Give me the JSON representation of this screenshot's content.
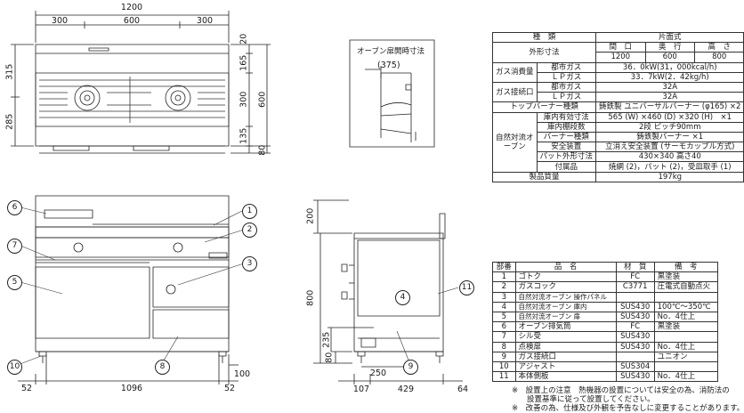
{
  "top_view": {
    "overall_width": "1200",
    "segment_left": "300",
    "segment_mid": "600",
    "segment_right": "300",
    "depth_left_upper": "315",
    "depth_left_lower": "285",
    "right_20": "20",
    "right_165": "165",
    "right_300": "300",
    "right_135": "135",
    "right_600": "600",
    "right_80": "80"
  },
  "oven_door_view": {
    "title": "オーブン扉開時寸法",
    "dim": "(375)"
  },
  "front_view": {
    "left_52": "52",
    "width_1096": "1096",
    "right_52": "52",
    "right_100": "100"
  },
  "side_view": {
    "height_200": "200",
    "height_800": "800",
    "height_235": "235",
    "height_80": "80",
    "width_250": "250",
    "bottom_107": "107",
    "bottom_429": "429",
    "bottom_64": "64"
  },
  "balloons": [
    "1",
    "2",
    "3",
    "4",
    "5",
    "6",
    "7",
    "8",
    "9",
    "10",
    "11"
  ],
  "spec_table": {
    "rows": [
      [
        "種　類",
        "",
        "片面式",
        "",
        ""
      ],
      [
        "外形寸法",
        "",
        "間　口",
        "奥　行",
        "高　さ"
      ],
      [
        "",
        "",
        "1200",
        "600",
        "800"
      ],
      [
        "ガス消費量",
        "都市ガス",
        "36．0kW(31，000kcal/h)",
        "",
        ""
      ],
      [
        "",
        "ＬＰガス",
        "33．7kW(2．42kg/h)",
        "",
        ""
      ],
      [
        "ガス接続口",
        "都市ガス",
        "32A",
        "",
        ""
      ],
      [
        "",
        "ＬＰガス",
        "32A",
        "",
        ""
      ],
      [
        "トップバーナー種類",
        "",
        "鋳鉄製 ユニバーサルバーナー (φ165) ×2",
        "",
        ""
      ],
      [
        "自然対流オーブン",
        "庫内有効寸法",
        "565 (W) ×460 (D) ×320 (H)　×1",
        "",
        ""
      ],
      [
        "",
        "庫内棚段数",
        "2段 ピッチ90mm",
        "",
        ""
      ],
      [
        "",
        "バーナー種類",
        "鋳鉄製バーナー ×1",
        "",
        ""
      ],
      [
        "",
        "安全装置",
        "立消え安全装置 (サーモカップル方式)",
        "",
        ""
      ],
      [
        "",
        "パット外形寸法",
        "430×340 高さ40",
        "",
        ""
      ],
      [
        "",
        "付属品",
        "焼網 (2)，パット (2)，受皿取手 (1)",
        "",
        ""
      ],
      [
        "製品質量",
        "",
        "197kg",
        "",
        ""
      ]
    ]
  },
  "parts_table": {
    "header": [
      "部番",
      "品　名",
      "材　質",
      "備　考"
    ],
    "rows": [
      [
        "1",
        "ゴトク",
        "FC",
        "黒塗装"
      ],
      [
        "2",
        "ガスコック",
        "C3771",
        "圧電式自動点火"
      ],
      [
        "3",
        "自然対流オーブン 操作パネル",
        "",
        ""
      ],
      [
        "4",
        "自然対流オーブン 庫内",
        "SUS430",
        "100℃～350℃"
      ],
      [
        "5",
        "自然対流オーブン 扉",
        "SUS430",
        "No．4仕上"
      ],
      [
        "6",
        "オーブン排気筒",
        "FC",
        "黒塗装"
      ],
      [
        "7",
        "シル受",
        "SUS430",
        ""
      ],
      [
        "8",
        "点検扉",
        "SUS430",
        "No．4仕上"
      ],
      [
        "9",
        "ガス接続口",
        "",
        "ユニオン"
      ],
      [
        "10",
        "アジャスト",
        "SUS304",
        ""
      ],
      [
        "11",
        "本体側板",
        "SUS430",
        "No．4仕上"
      ]
    ]
  },
  "notes": [
    "※　設置上の注意　熱機器の設置については安全の為、消防法の",
    "　　設置基準に従って設置してください。",
    "※　改善の為、仕様及び外観を予告なしに変更することがあります。"
  ]
}
